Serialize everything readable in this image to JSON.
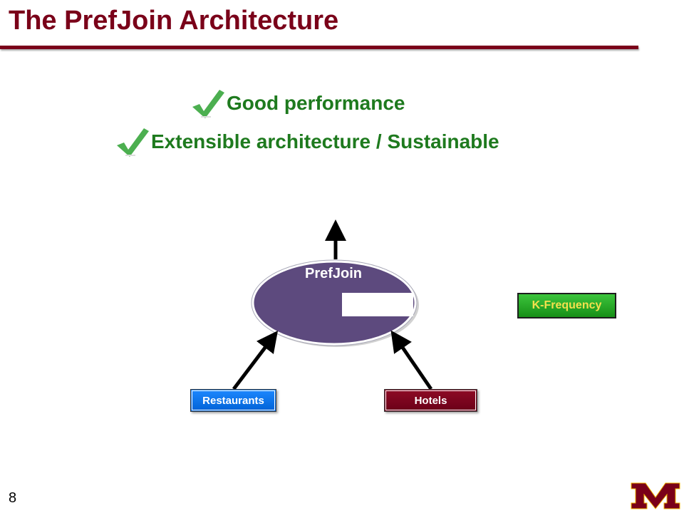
{
  "slide": {
    "title": "The PrefJoin Architecture",
    "page_number": "8"
  },
  "bullets": [
    {
      "text": "Good performance",
      "icon": "check-icon"
    },
    {
      "text": "Extensible architecture / Sustainable",
      "icon": "check-icon"
    }
  ],
  "diagram": {
    "center_node": "PrefJoin",
    "inputs": [
      "Restaurants",
      "Hotels"
    ],
    "side_box": "K-Frequency"
  },
  "colors": {
    "maroon": "#7a0019",
    "bullet_green": "#1e7a1e",
    "check_green": "#4caf50",
    "ellipse": "#5d4a7e",
    "restaurants_blue": "#0a74f0",
    "hotels_maroon": "#7d0a20",
    "kfreq_green": "#22a822",
    "kfreq_text": "#f4e04d"
  },
  "logo": {
    "icon": "university-m-logo-icon"
  }
}
